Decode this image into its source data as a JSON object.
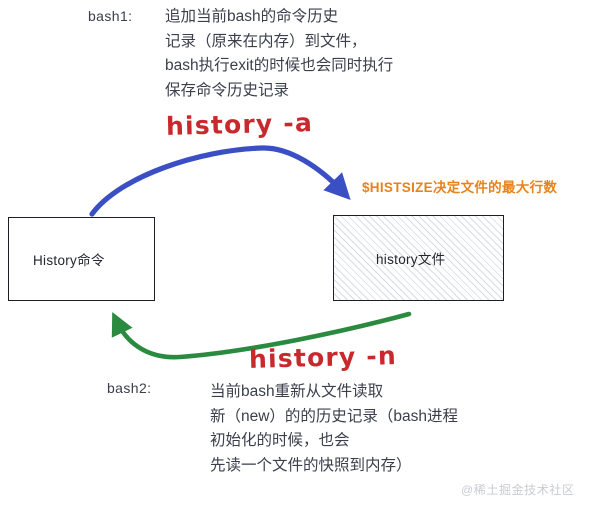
{
  "diagram": {
    "title": "history command and history file flow",
    "background": "#ffffff"
  },
  "colors": {
    "red": "#c9282d",
    "blue": "#3b4fc4",
    "green": "#2a8a40",
    "orange": "#e8821a",
    "text": "#3a3f4b",
    "box_border": "#1d1f24",
    "hatch": "#d8dce6",
    "watermark": "#c9ccd2"
  },
  "top_note": {
    "label": "bash1:",
    "lines": [
      "追加当前bash的命令历史",
      "记录（原来在内存）到文件，",
      "bash执行exit的时候也会同时执行",
      "保存命令历史记录"
    ]
  },
  "bottom_note": {
    "label": "bash2:",
    "lines": [
      "当前bash重新从文件读取",
      "新（new）的的历史记录（bash进程",
      "初始化的时候，也会",
      "先读一个文件的快照到内存）"
    ]
  },
  "boxes": {
    "left": {
      "label": "History命令",
      "fill": "white",
      "style": "plain"
    },
    "right": {
      "label": "history文件",
      "fill": "hatched",
      "style": "diagonal-hatch"
    }
  },
  "arrows": {
    "write": {
      "command": "history -a",
      "color": "#3b4fc4",
      "direction": "left-box-to-right-box",
      "label_color": "#c9282d"
    },
    "read": {
      "command": "history -n",
      "color": "#2a8a40",
      "direction": "right-box-to-left-box",
      "label_color": "#c9282d"
    }
  },
  "side_note": {
    "text": "$HISTSIZE决定文件的最大行数",
    "color": "#e8821a"
  },
  "watermark": {
    "text": "@稀土掘金技术社区"
  }
}
